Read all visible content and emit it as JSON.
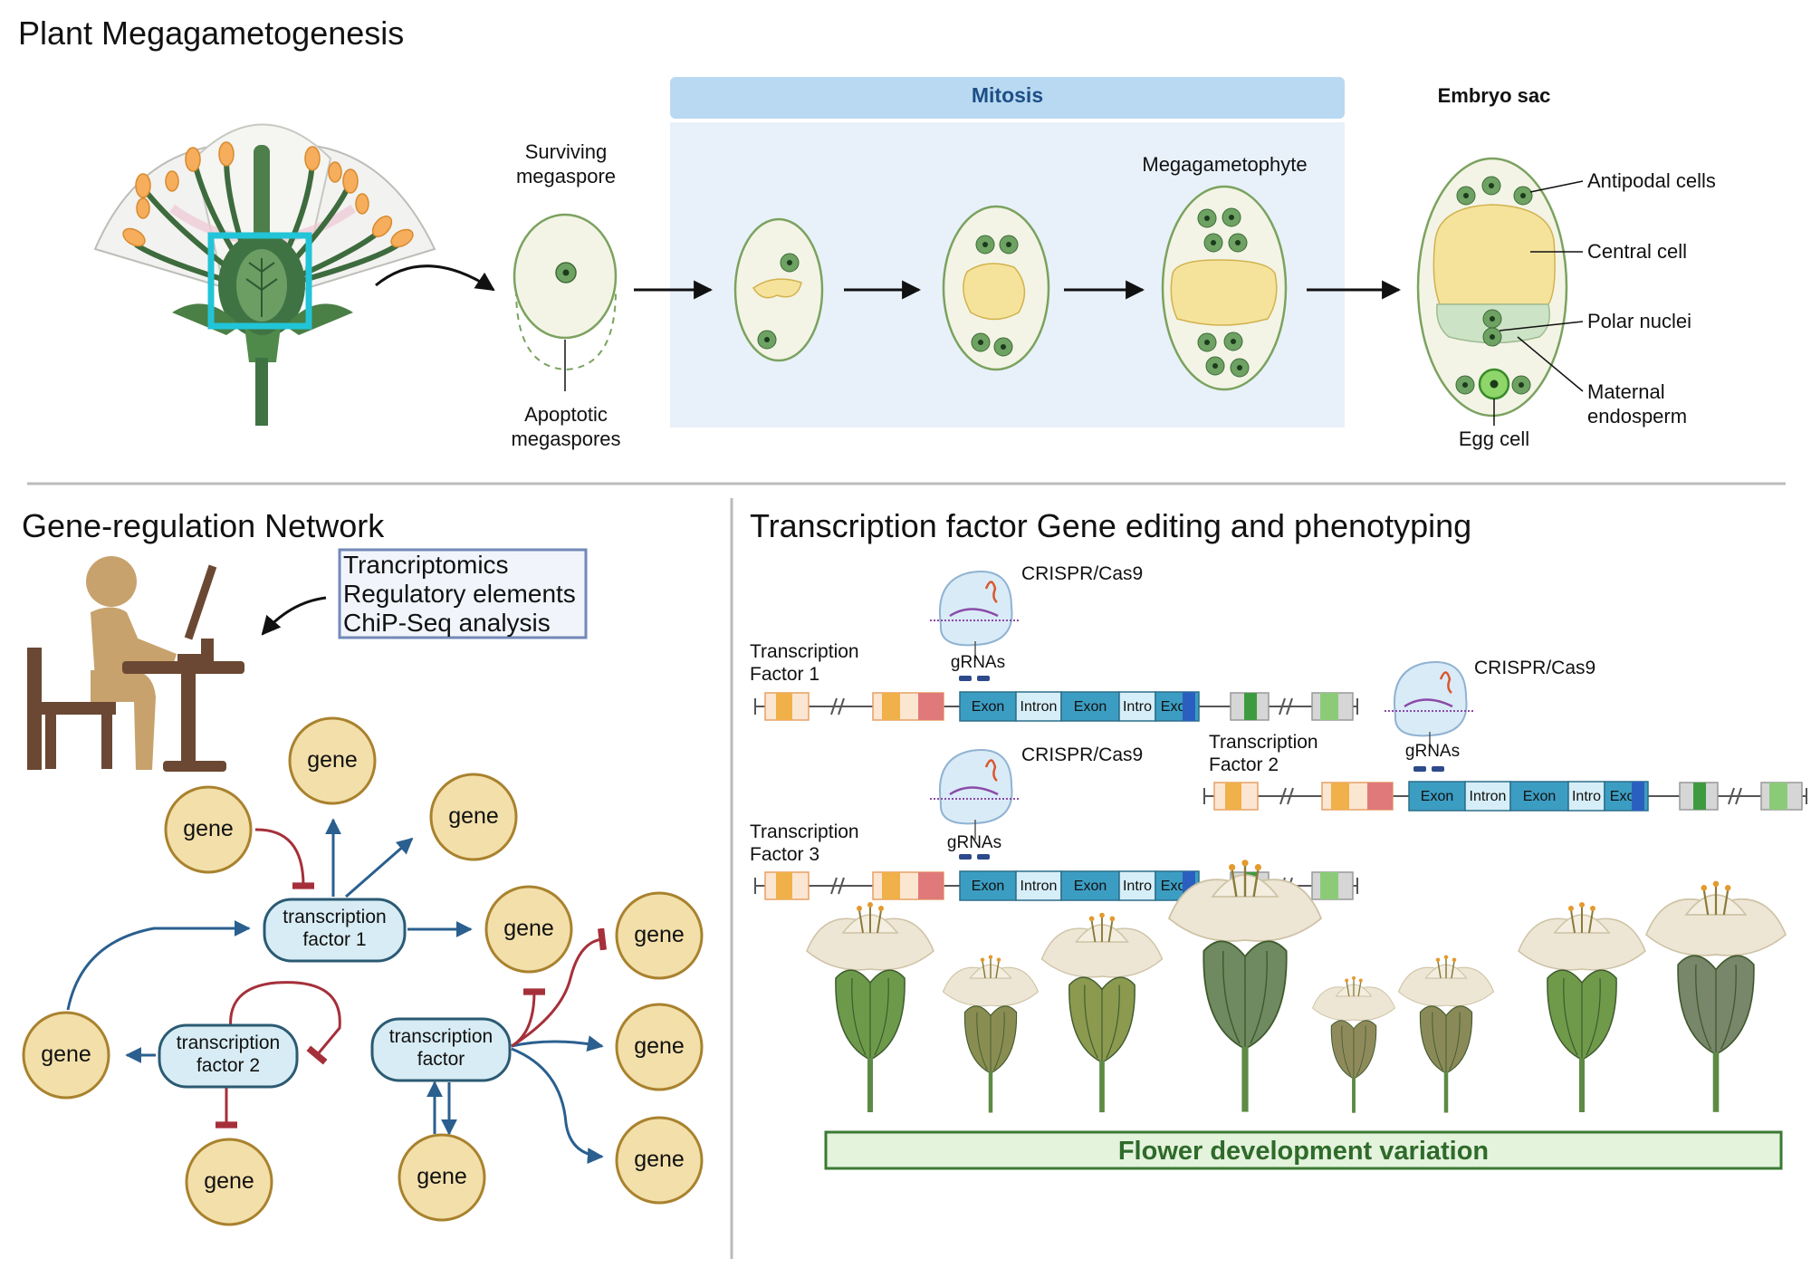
{
  "top": {
    "title": "Plant Megagametogenesis",
    "surviving_label": "Surviving megaspore",
    "apoptotic_label": "Apoptotic megaspores",
    "mitosis_label": "Mitosis",
    "megagametophyte_label": "Megagametophyte",
    "embryo_sac_label": "Embryo sac",
    "embryo_parts": [
      "Antipodal cells",
      "Central cell",
      "Polar nuclei",
      "Maternal endosperm",
      "Egg cell"
    ]
  },
  "grn": {
    "title": "Gene-regulation Network",
    "data_sources": [
      "Trancriptomics",
      "Regulatory elements",
      "ChiP-Seq analysis"
    ],
    "gene_label": "gene",
    "tf1": [
      "transcription",
      "factor 1"
    ],
    "tf2": [
      "transcription",
      "factor 2"
    ],
    "tf3": [
      "transcription",
      "factor"
    ]
  },
  "editing": {
    "title": "Transcription factor Gene editing and phenotyping",
    "crispr_label": "CRISPR/Cas9",
    "grnas_label": "gRNAs",
    "tf_labels": [
      [
        "Transcription",
        "Factor 1"
      ],
      [
        "Transcription",
        "Factor 2"
      ],
      [
        "Transcription",
        "Factor 3"
      ]
    ],
    "exon_label": "Exon",
    "intron_label": "Intron",
    "intron_cut_label": "Intro",
    "variation_label": "Flower development variation"
  },
  "colors": {
    "mitosis_band": "#b9d9f2",
    "mitosis_bg": "#e8f1fa",
    "gene_fill": "#f3dfa9",
    "gene_stroke": "#a9822e",
    "tf_fill": "#d7ecf4",
    "tf_stroke": "#2b5a73",
    "activate": "#2a5f8f",
    "repress": "#a5303a",
    "exon": "#3c9dc2",
    "intron": "#d6eef7",
    "variation_box": "#e3f3dc",
    "variation_text": "#2f6a2a",
    "highlight_box": "#22c4d8"
  }
}
